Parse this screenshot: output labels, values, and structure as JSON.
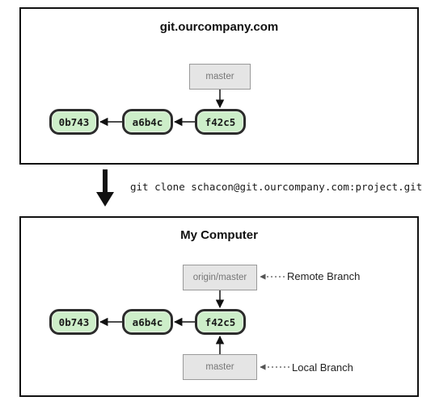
{
  "server": {
    "title": "git.ourcompany.com",
    "commits": [
      "0b743",
      "a6b4c",
      "f42c5"
    ],
    "branch": "master"
  },
  "command": "git clone schacon@git.ourcompany.com:project.git",
  "local": {
    "title": "My Computer",
    "commits": [
      "0b743",
      "a6b4c",
      "f42c5"
    ],
    "remote_branch": "origin/master",
    "remote_branch_label": "Remote Branch",
    "local_branch": "master",
    "local_branch_label": "Local Branch"
  },
  "colors": {
    "commit_fill": "#cdeec9",
    "commit_border": "#2c2c2c",
    "ref_fill": "#e5e5e5",
    "ref_text": "#777777",
    "line": "#111111"
  }
}
